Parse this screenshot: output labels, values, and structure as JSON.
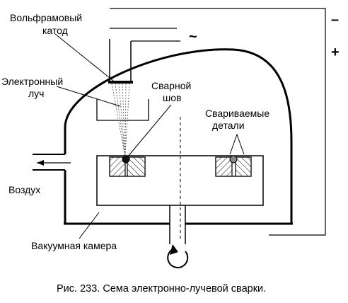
{
  "labels": {
    "cathode_line1": "Вольфрамовый",
    "cathode_line2": "катод",
    "beam_line1": "Электронный",
    "beam_line2": "луч",
    "seam_line1": "Сварной",
    "seam_line2": "шов",
    "parts_line1": "Свариваемые",
    "parts_line2": "детали",
    "air": "Воздух",
    "chamber": "Вакуумная камера"
  },
  "symbols": {
    "minus": "–",
    "plus": "+",
    "ac": "~"
  },
  "caption": "Рис. 233. Сема электронно-лучевой сварки."
}
